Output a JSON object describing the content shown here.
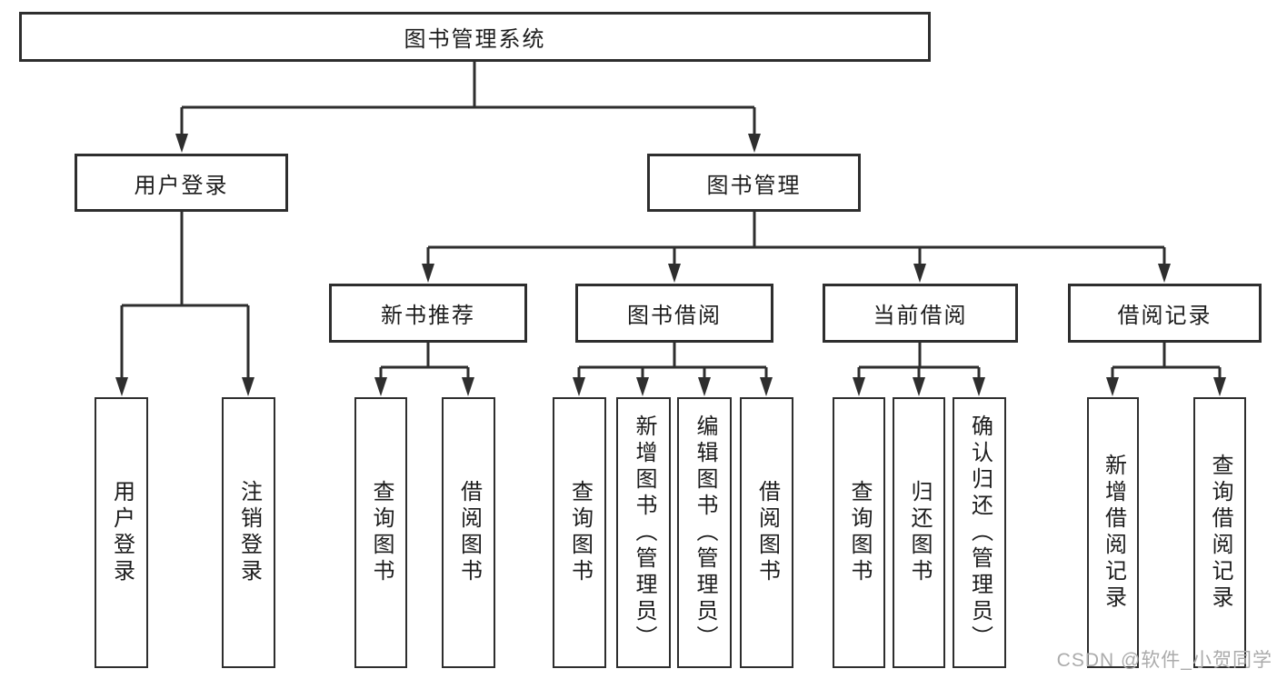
{
  "tree": {
    "root": {
      "label": "图书管理系统"
    },
    "branches": [
      {
        "label": "用户登录",
        "children": [
          {
            "label": "用户登录"
          },
          {
            "label": "注销登录"
          }
        ]
      },
      {
        "label": "图书管理",
        "children": [
          {
            "label": "新书推荐",
            "children": [
              {
                "label": "查询图书"
              },
              {
                "label": "借阅图书"
              }
            ]
          },
          {
            "label": "图书借阅",
            "children": [
              {
                "label": "查询图书"
              },
              {
                "label": "新增图书（管理员）"
              },
              {
                "label": "编辑图书（管理员）"
              },
              {
                "label": "借阅图书"
              }
            ]
          },
          {
            "label": "当前借阅",
            "children": [
              {
                "label": "查询图书"
              },
              {
                "label": "归还图书"
              },
              {
                "label": "确认归还（管理员）"
              }
            ]
          },
          {
            "label": "借阅记录",
            "children": [
              {
                "label": "新增借阅记录"
              },
              {
                "label": "查询借阅记录"
              }
            ]
          }
        ]
      }
    ]
  },
  "watermark": {
    "text": "CSDN @软件_小贺同学"
  },
  "colors": {
    "line": "#2e2e2e",
    "box_border": "#2e2e2e",
    "text": "#1c1c1c",
    "background": "#ffffff",
    "watermark": "#ababab"
  }
}
